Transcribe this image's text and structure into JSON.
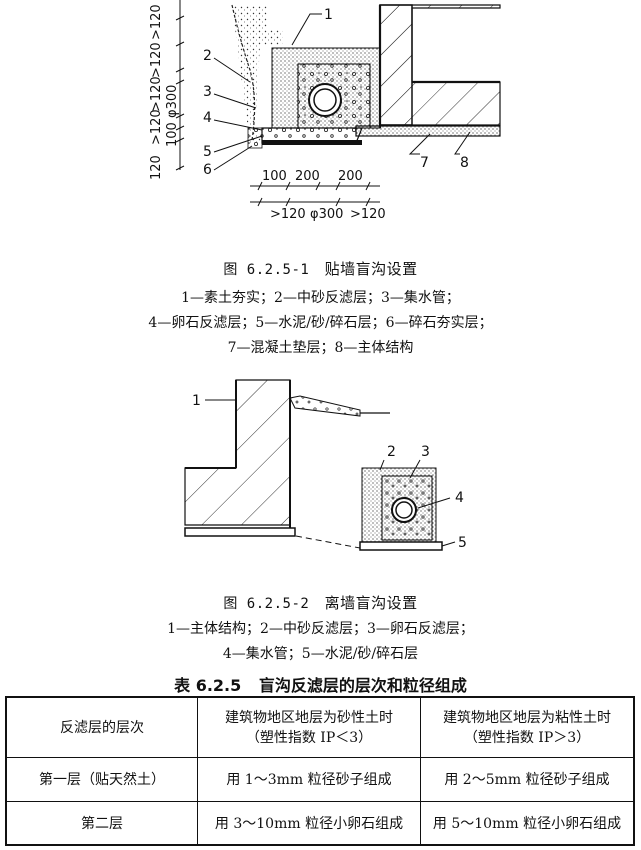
{
  "figure1": {
    "caption_num": "图 6.2.5-1",
    "caption_title": "贴墙盲沟设置",
    "legend_lines": [
      "1—素土夯实；2—中砂反滤层；3—集水管；",
      "4—卵石反滤层；5—水泥/砂/碎石层；6—碎石夯实层；",
      "7—混凝土垫层；8—主体结构"
    ],
    "callouts": [
      "1",
      "2",
      "3",
      "4",
      "5",
      "6",
      "7",
      "8"
    ],
    "dims_left": [
      ">120",
      ">120",
      ">120",
      "φ300",
      ">120",
      "100",
      "120"
    ],
    "dims_bottom_top": [
      "100",
      "200",
      "200"
    ],
    "dims_bottom_lower": [
      ">120",
      "φ300",
      ">120"
    ]
  },
  "figure2": {
    "caption_num": "图 6.2.5-2",
    "caption_title": "离墙盲沟设置",
    "legend_lines": [
      "1—主体结构；2—中砂反滤层；3—卵石反滤层；",
      "4—集水管；5—水泥/砂/碎石层"
    ],
    "callouts": [
      "1",
      "2",
      "3",
      "4",
      "5"
    ]
  },
  "table": {
    "label": "表 6.2.5",
    "title": "盲沟反滤层的层次和粒径组成",
    "header": {
      "c1": "反滤层的层次",
      "c2_l1": "建筑物地区地层为砂性土时",
      "c2_l2": "（塑性指数 IP＜3）",
      "c3_l1": "建筑物地区地层为粘性土时",
      "c3_l2": "（塑性指数 IP＞3）"
    },
    "rows": [
      {
        "c1": "第一层（贴天然土）",
        "c2": "用 1～3mm 粒径砂子组成",
        "c3": "用 2～5mm 粒径砂子组成"
      },
      {
        "c1": "第二层",
        "c2": "用 3～10mm 粒径小卵石组成",
        "c3": "用 5～10mm 粒径小卵石组成"
      }
    ]
  }
}
